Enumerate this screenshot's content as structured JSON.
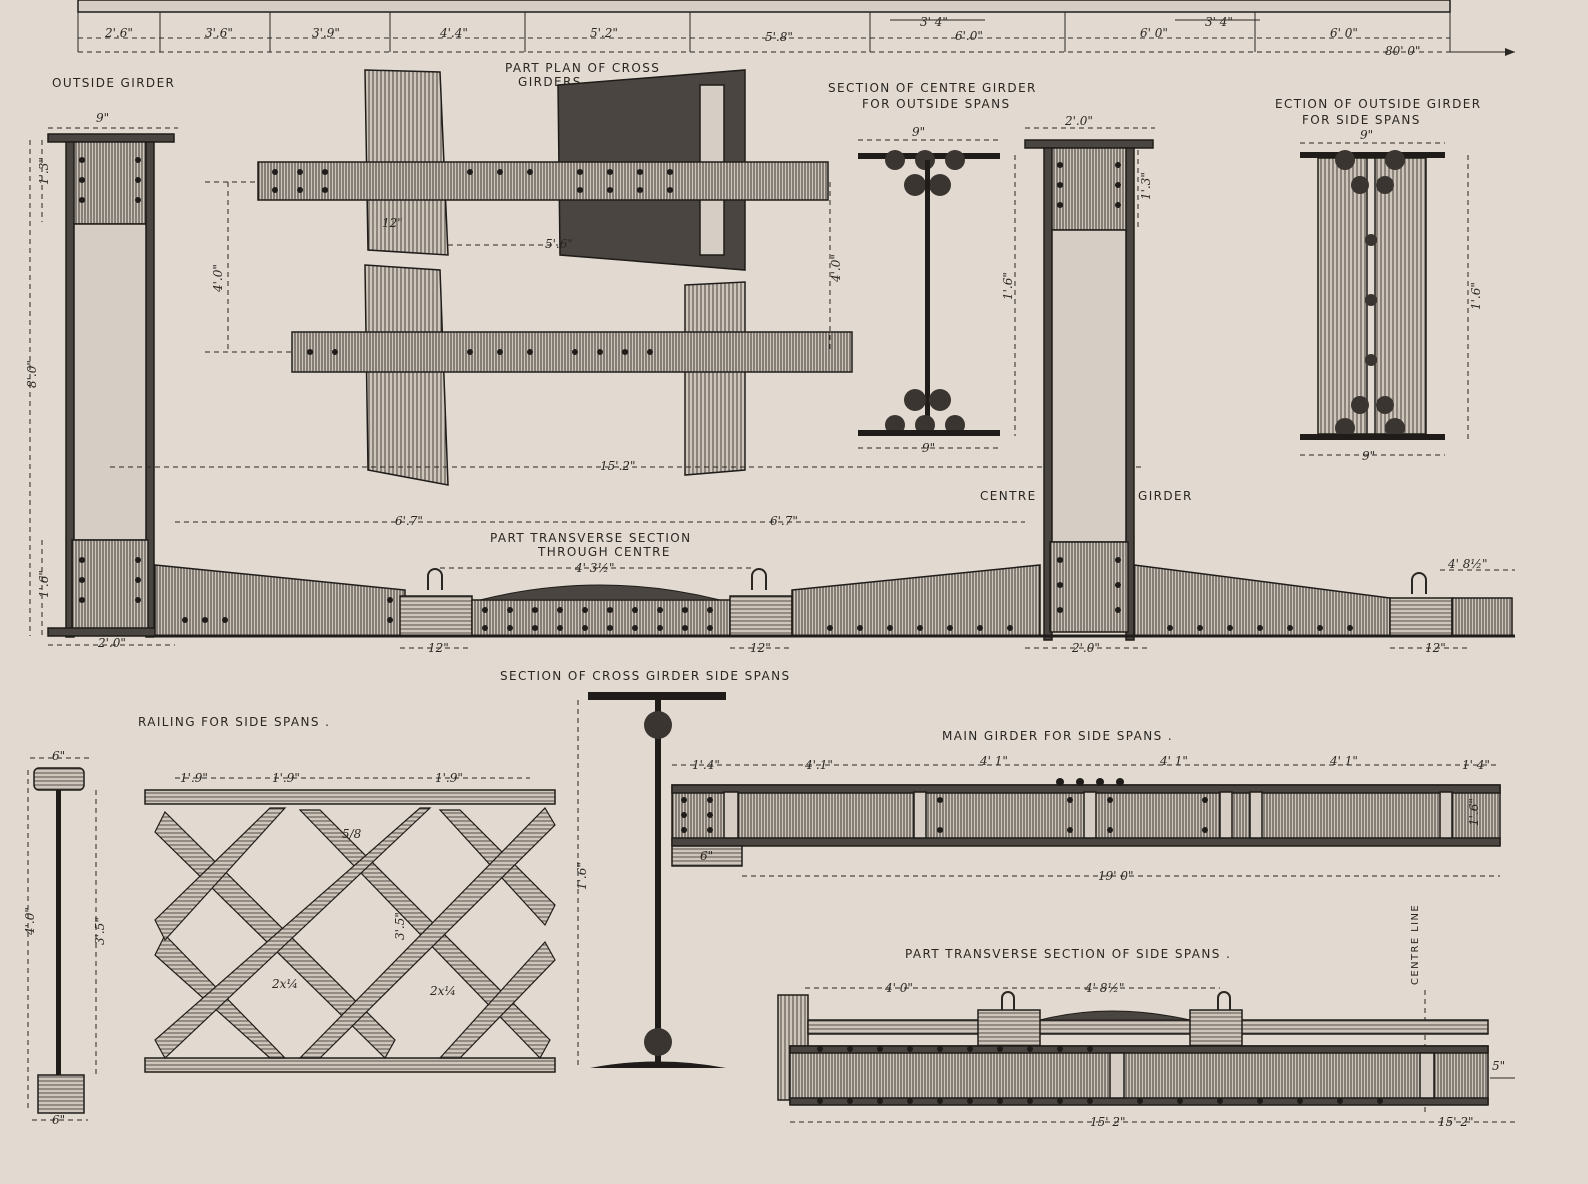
{
  "labels": {
    "outside_girder": "OUTSIDE  GIRDER",
    "part_plan_l1": "PART PLAN OF CROSS",
    "part_plan_l2": "GIRDERS",
    "centre_girder_section_l1": "SECTION OF CENTRE GIRDER",
    "centre_girder_section_l2": "FOR OUTSIDE SPANS",
    "outside_girder_section_l1": "ECTION OF OUTSIDE GIRDER",
    "outside_girder_section_l2": "FOR  SIDE  SPANS",
    "centre": "CENTRE",
    "girder": "GIRDER",
    "transverse_l1": "PART TRANSVERSE SECTION",
    "transverse_l2": "THROUGH CENTRE",
    "cross_girder_side": "SECTION OF CROSS GIRDER SIDE SPANS",
    "railing": "RAILING FOR SIDE SPANS .",
    "main_girder": "MAIN GIRDER FOR SIDE SPANS .",
    "transverse_side": "PART TRANSVERSE SECTION OF SIDE SPANS .",
    "centre_line": "CENTRE LINE"
  },
  "dimensions": {
    "top_2_6": "2'.6\"",
    "top_3_6": "3'.6\"",
    "top_3_9": "3'.9\"",
    "top_4_4": "4'.4\"",
    "top_5_2": "5'.2\"",
    "top_5_8": "5'.8\"",
    "top_3_4a": "3' 4\"",
    "top_6_0a": "6'.0\"",
    "top_6_0b": "6' 0\"",
    "top_3_4b": "3' 4\"",
    "top_6_0c": "6' 0\"",
    "top_80": "80' 0\"",
    "og_9": "9\"",
    "og_1_3": "1'.3\"",
    "og_8_0": "8'.0\"",
    "og_1_6": "1'.6\"",
    "og_2_0": "2'.0\"",
    "pp_12": "12\"",
    "pp_5_6": "5'.6\"",
    "pp_4_0a": "4'.0\"",
    "pp_4_0b": "4'.0\"",
    "pp_15_2": "15'.2\"",
    "cg_9a": "9\"",
    "cg_9b": "9\"",
    "cg_1_6": "1'.6\"",
    "cc_2_0": "2'.0\"",
    "cc_1_3": "1'.3\"",
    "os_9a": "9\"",
    "os_9b": "9\"",
    "os_1_6": "1'.6\"",
    "ts_6_7a": "6'.7\"",
    "ts_6_7b": "6'.7\"",
    "ts_4_3": "4' 3½\"",
    "ts_4_8": "4' 8½\"",
    "ts_12a": "12\"",
    "ts_12b": "12\"",
    "ts_12c": "12\"",
    "ts_2_0": "2'.0\"",
    "rl_6a": "6\"",
    "rl_6b": "6\"",
    "rl_4_0": "4'.0\"",
    "rl_3_5": "3'.5\"",
    "rl_1_9a": "1'.9\"",
    "rl_1_9b": "1'.9\"",
    "rl_1_9c": "1'.9\"",
    "rl_5_8": "5/8",
    "rl_2x1_4a": "2x¼",
    "rl_2x1_4b": "2x¼",
    "rl_3_5b": "3'.5\"",
    "cx_1_6": "1'.6\"",
    "mg_1_4a": "1'.4\"",
    "mg_4_1a": "4'.1\"",
    "mg_4_1b": "4' 1\"",
    "mg_4_1c": "4' 1\"",
    "mg_4_1d": "4' 1\"",
    "mg_1_4b": "1' 4\"",
    "mg_19_0": "19' 0\"",
    "mg_1_6": "1'.6\"",
    "mg_6": "6\"",
    "sv_4_0": "4' 0\"",
    "sv_4_8": "4' 8½\"",
    "sv_15_2a": "15' 2\"",
    "sv_15_2b": "15' 2\"",
    "sv_5": "5\""
  },
  "colors": {
    "paper": "#e2dad1",
    "ink": "#2a2622"
  }
}
